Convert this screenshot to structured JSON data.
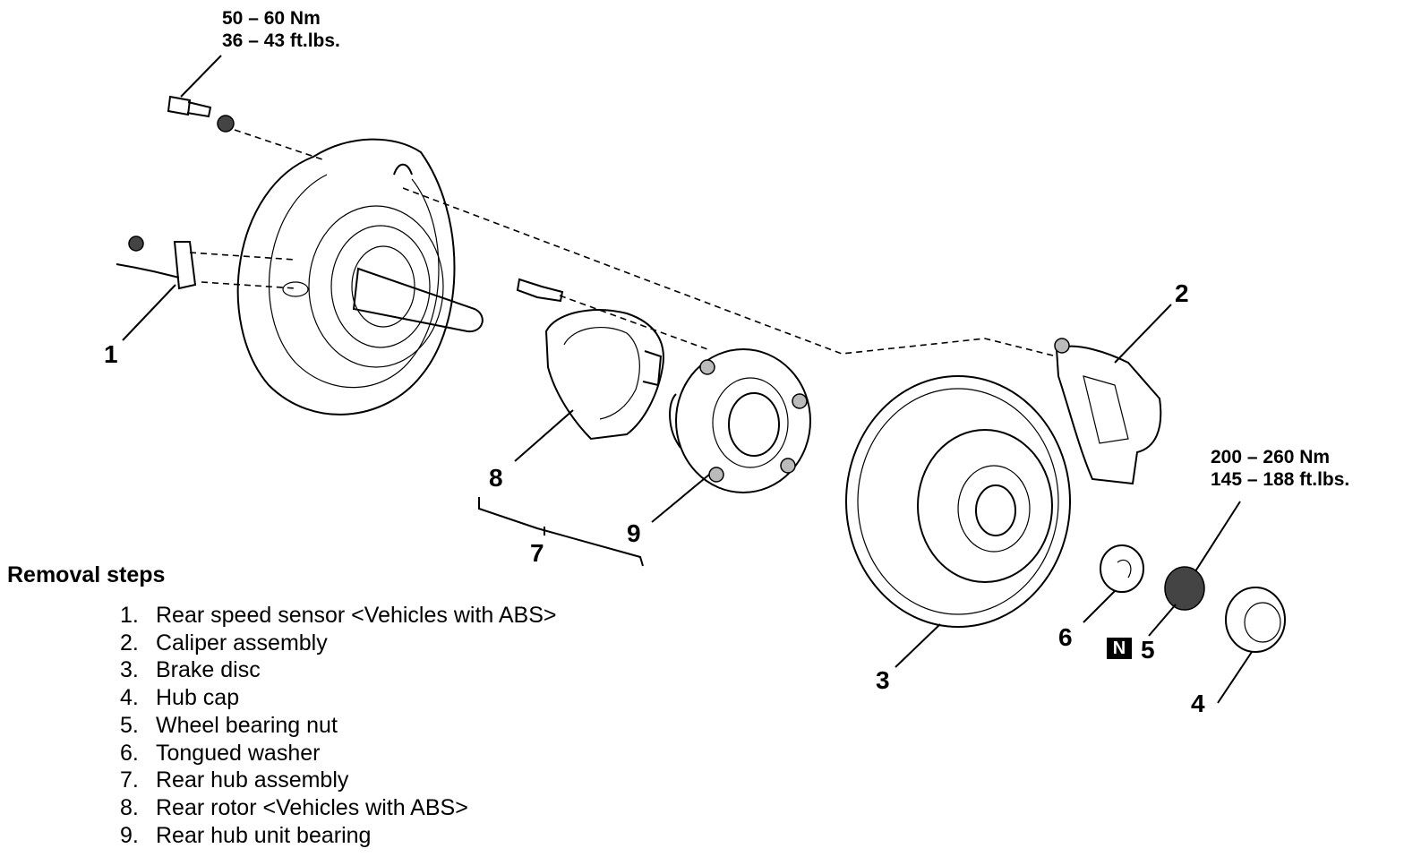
{
  "torque_specs": {
    "sensor_bolt": {
      "metric": "50 – 60 Nm",
      "imperial": "36 – 43 ft.lbs."
    },
    "bearing_nut": {
      "metric": "200 – 260 Nm",
      "imperial": "145 – 188 ft.lbs."
    }
  },
  "callouts": {
    "c1": "1",
    "c2": "2",
    "c3": "3",
    "c4": "4",
    "c5": "5",
    "c6": "6",
    "c7": "7",
    "c8": "8",
    "c9": "9"
  },
  "badge": "N",
  "removal": {
    "title": "Removal steps",
    "steps": [
      {
        "num": "1.",
        "text": "Rear speed sensor <Vehicles with ABS>"
      },
      {
        "num": "2.",
        "text": "Caliper assembly"
      },
      {
        "num": "3.",
        "text": "Brake disc"
      },
      {
        "num": "4.",
        "text": "Hub cap"
      },
      {
        "num": "5.",
        "text": "Wheel bearing nut"
      },
      {
        "num": "6.",
        "text": "Tongued washer"
      },
      {
        "num": "7.",
        "text": "Rear hub assembly"
      },
      {
        "num": "8.",
        "text": "Rear rotor <Vehicles with ABS>"
      },
      {
        "num": "9.",
        "text": "Rear hub unit bearing"
      }
    ]
  }
}
